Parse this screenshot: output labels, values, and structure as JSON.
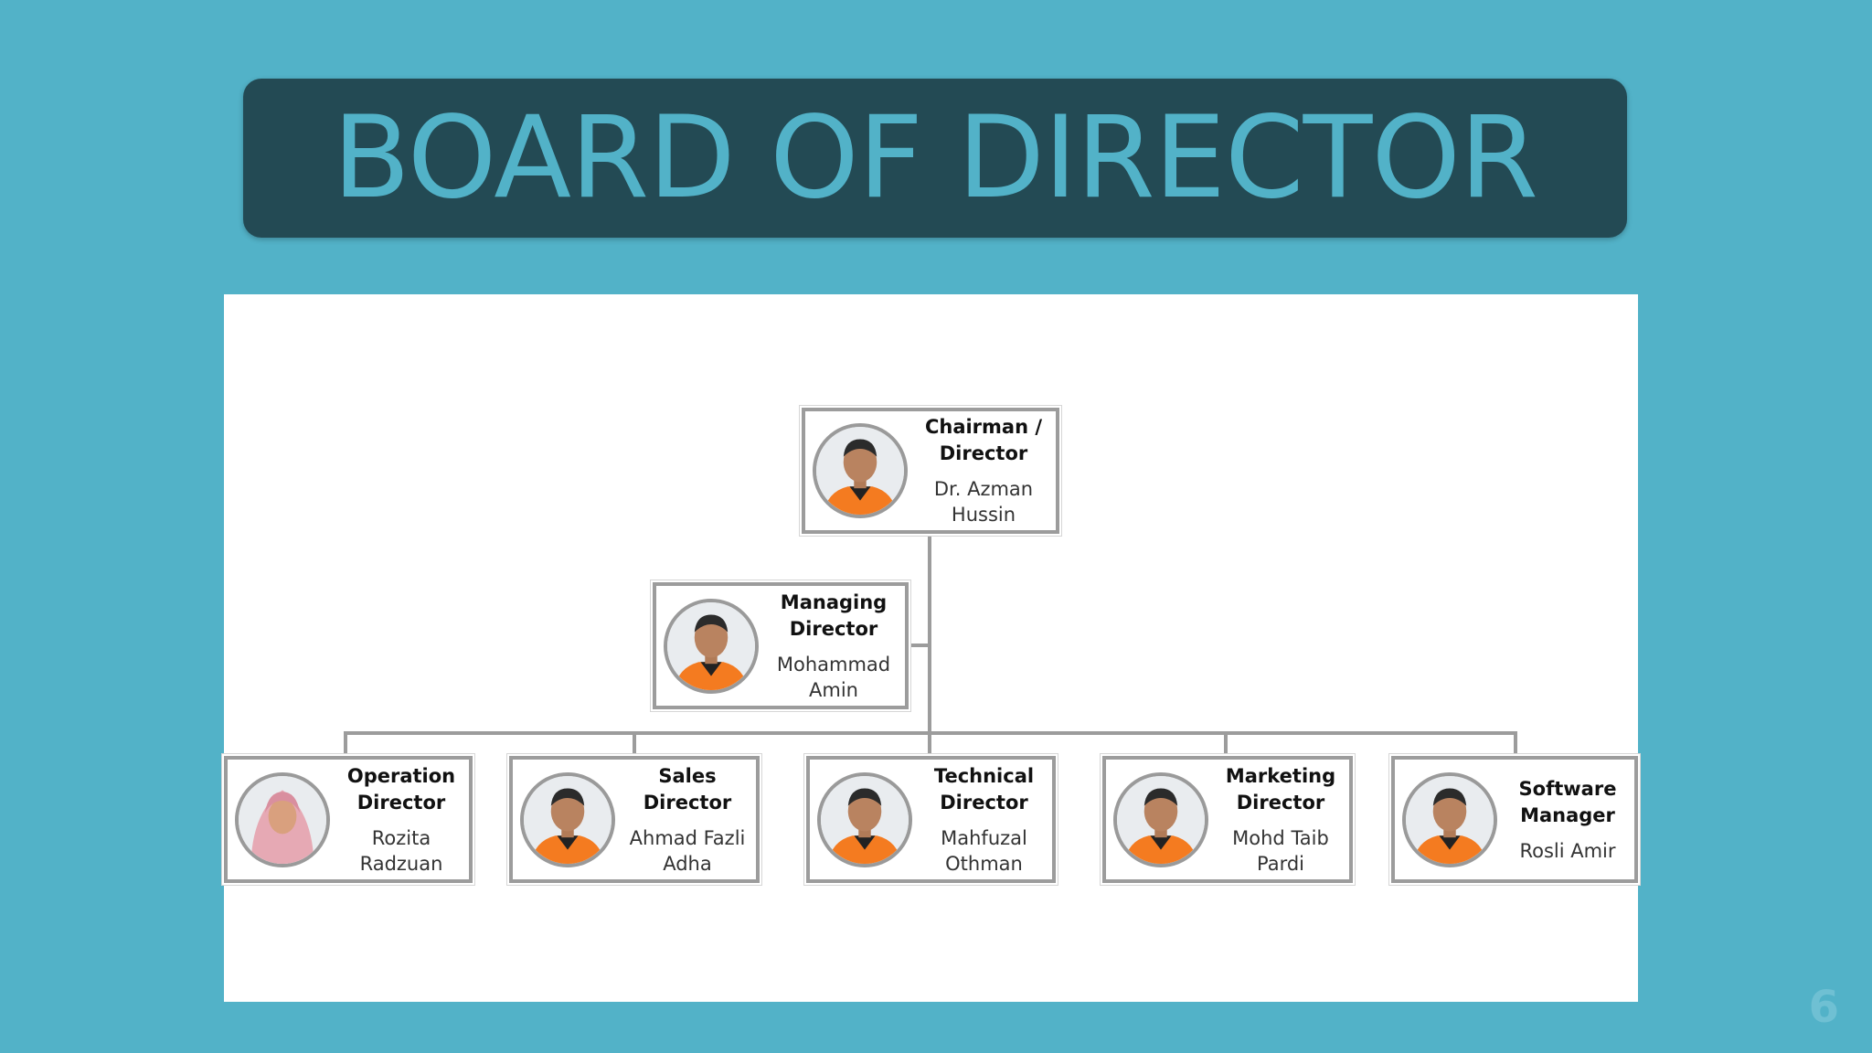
{
  "slide": {
    "title": "BOARD OF DIRECTOR",
    "page_number": "6"
  },
  "colors": {
    "background": "#52b2c8",
    "title_bar": "#234a54",
    "title_text": "#52b2c8",
    "connector": "#9c9c9c",
    "shirt_orange": "#f47b20"
  },
  "org_chart": {
    "chairman": {
      "role": "Chairman / Director",
      "name": "Dr. Azman Hussin",
      "avatar_icon": "person-photo-icon"
    },
    "managing_director": {
      "role": "Managing Director",
      "name": "Mohammad Amin",
      "avatar_icon": "person-photo-icon"
    },
    "directors": [
      {
        "role": "Operation Director",
        "name": "Rozita Radzuan",
        "avatar_icon": "person-photo-icon"
      },
      {
        "role": "Sales Director",
        "name": "Ahmad Fazli Adha",
        "avatar_icon": "person-photo-icon"
      },
      {
        "role": "Technical Director",
        "name": "Mahfuzal Othman",
        "avatar_icon": "person-photo-icon"
      },
      {
        "role": "Marketing Director",
        "name": "Mohd Taib Pardi",
        "avatar_icon": "person-photo-icon"
      },
      {
        "role": "Software Manager",
        "name": "Rosli Amir",
        "avatar_icon": "person-photo-icon"
      }
    ]
  }
}
